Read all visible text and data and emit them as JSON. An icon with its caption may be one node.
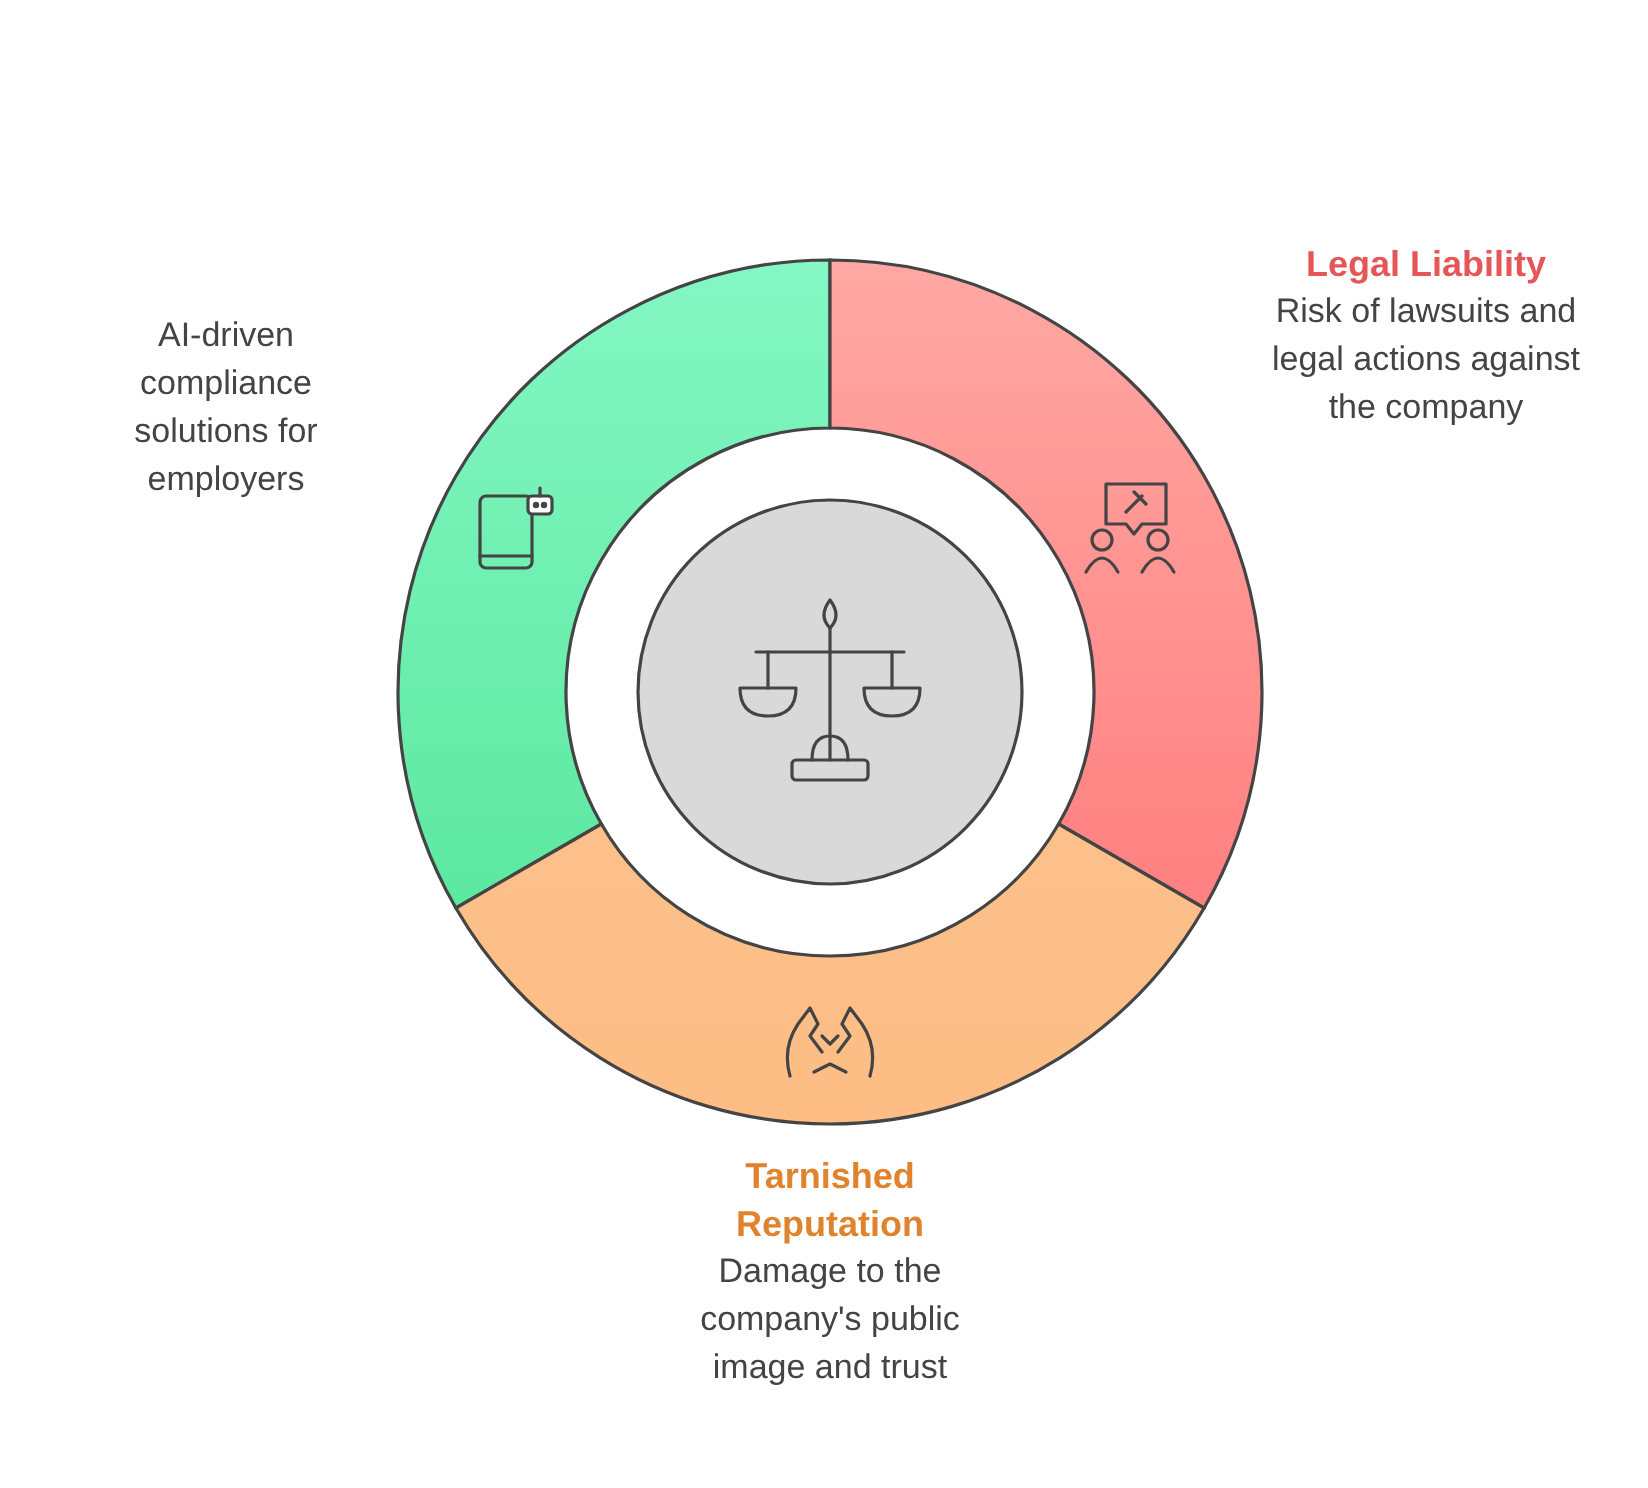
{
  "diagram": {
    "nodes": [
      {
        "text": [
          "AI-driven compliance solutions for employers"
        ]
      },
      {
        "text": [
          "Legal Liability",
          "Risk of lawsuits and legal actions against the company"
        ]
      },
      {
        "text": [
          "Tarnished Reputation",
          "Damage to the company's public image and trust"
        ]
      },
      {
        "text": [],
        "shape": "circle"
      }
    ]
  }
}
